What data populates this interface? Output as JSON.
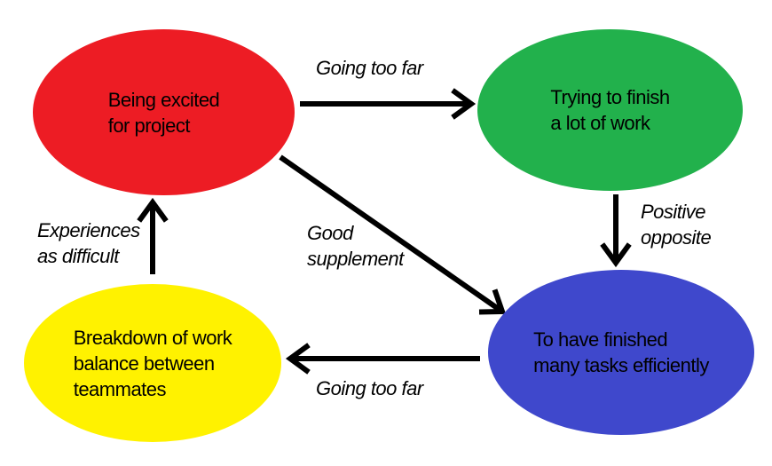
{
  "diagram": {
    "background": "#ffffff",
    "arrow_color": "#000000",
    "nodes": [
      {
        "id": "excited",
        "label": "Being excited\nfor project",
        "color": "#ED1C24",
        "text_color": "#000000"
      },
      {
        "id": "finish-work",
        "label": "Trying to finish\na lot of work",
        "color": "#22B14C",
        "text_color": "#000000"
      },
      {
        "id": "breakdown",
        "label": "Breakdown of work\nbalance between\nteammates",
        "color": "#FFF200",
        "text_color": "#000000"
      },
      {
        "id": "finished-tasks",
        "label": "To have finished\nmany tasks efficiently",
        "color": "#3F48CC",
        "text_color": "#000000"
      }
    ],
    "edges": [
      {
        "id": "excited-to-finish-work",
        "from": "excited",
        "to": "finish-work",
        "label": "Going too far"
      },
      {
        "id": "finish-work-to-finished-tasks",
        "from": "finish-work",
        "to": "finished-tasks",
        "label": "Positive\nopposite"
      },
      {
        "id": "excited-to-finished-tasks",
        "from": "excited",
        "to": "finished-tasks",
        "label": "Good\nsupplement"
      },
      {
        "id": "finished-tasks-to-breakdown",
        "from": "finished-tasks",
        "to": "breakdown",
        "label": "Going too far"
      },
      {
        "id": "breakdown-to-excited",
        "from": "breakdown",
        "to": "excited",
        "label": "Experiences\nas difficult"
      }
    ]
  }
}
